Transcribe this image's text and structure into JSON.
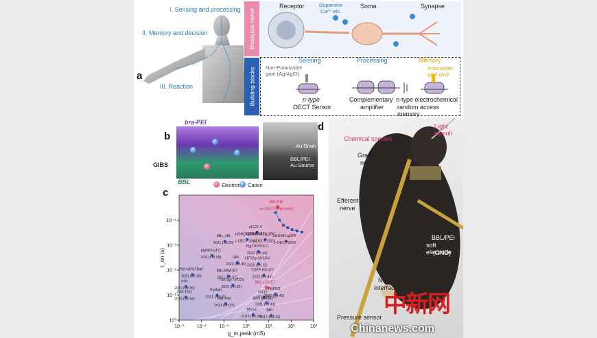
{
  "panels": {
    "a": "a",
    "b": "b",
    "c": "c",
    "d": "d"
  },
  "panel_a": {
    "human_labels": [
      "I. Sensing and processing",
      "II. Memory and decision",
      "III. Reaction"
    ],
    "bio_bar": "Biological nerve",
    "blocks_bar": "Building blocks",
    "nerve_labels": {
      "receptor": "Receptor",
      "dopamine": "Dopamine",
      "ca": "Ca²⁺ etc.",
      "soma": "Soma",
      "synapse": "Synapse"
    },
    "block_titles": {
      "sensing": "Sensing",
      "processing": "Processing",
      "memory": "Memory"
    },
    "gate_labels": {
      "nonpol_1": "Non-Polarizable",
      "nonpol_2": "gate (Ag/AgCl)",
      "pol_1": "Polarizable",
      "pol_2": "gate (Au)"
    },
    "block_captions": {
      "sensor_1": "n-type",
      "sensor_2": "OECT Sensor",
      "amp_1": "Complementary",
      "amp_2": "amplifier",
      "mem_1": "n-type electrochemical",
      "mem_2": "random access memory"
    }
  },
  "panel_b": {
    "title": "bra-PEI",
    "side_label": "GIBS",
    "bottom_label": "BBL",
    "legend": {
      "electron": "Electron",
      "cation": "Cation"
    },
    "sem_labels": {
      "top": "Au Drain",
      "mid": "BBL/PEI",
      "bottom": "Au Source"
    }
  },
  "chart_data": {
    "type": "scatter",
    "xlabel": "g_m,peak (mS)",
    "ylabel": "τ_on (s)",
    "x_scale": "log",
    "y_scale": "log",
    "y_reversed": true,
    "xlim": [
      0.001,
      1000
    ],
    "ylim": [
      1,
      1e-05
    ],
    "xticks": [
      "10⁻³",
      "10⁻²",
      "10⁻¹",
      "10⁰",
      "10¹",
      "10²",
      "10³"
    ],
    "yticks": [
      "10⁻⁴",
      "10⁻³",
      "10⁻²",
      "10⁻¹",
      "10⁰"
    ],
    "points": [
      {
        "label1": "BBL_NB",
        "label2": "2021 (ref.29)",
        "x": 0.11,
        "y": 0.0007,
        "star": false
      },
      {
        "label1": "pIC2F-V",
        "label2": "2023 (ref.17)",
        "x": 3,
        "y": 0.0003,
        "star": false
      },
      {
        "label1": "HOMO-gDPP",
        "label2": "c-OECT 2023",
        "x": 1.1,
        "y": 0.0006,
        "star": false
      },
      {
        "label1": "HOMO-gDPP",
        "label2": "v-OECT 2023",
        "x": 7,
        "y": 0.0006,
        "star": false
      },
      {
        "label1": "bHOMO-gDPP",
        "label2": "v-OECT 2024",
        "x": 60,
        "y": 0.0007,
        "star": false
      },
      {
        "label1": "p(gNDI-gT2)",
        "label2": "2016 (ref.38)",
        "x": 0.03,
        "y": 0.0026,
        "star": false
      },
      {
        "label1": "P(gTDPP2FT)",
        "label2": "2022 (ref.43)",
        "x": 3.5,
        "y": 0.0018,
        "star": false
      },
      {
        "label1": "GBL",
        "label2": "2022 (ref.30)",
        "x": 0.4,
        "y": 0.005,
        "star": false
      },
      {
        "label1": "f-BTI2g-SVSCN",
        "label2": "2023 (ref.12)",
        "x": 3.5,
        "y": 0.0055,
        "star": false
      },
      {
        "label1": "P90+40%TBAF",
        "label2": "2020 (ref.39)",
        "x": 0.004,
        "y": 0.015,
        "star": false
      },
      {
        "label1": "BBL:MWCNT",
        "label2": "2021 (ref.37)",
        "x": 0.16,
        "y": 0.017,
        "star": false
      },
      {
        "label1": "TOPP-RD-GT",
        "label2": "2023 (ref.45)",
        "x": 6,
        "y": 0.016,
        "star": false
      },
      {
        "label1": "P90",
        "label2": "2021 (ref.30)",
        "x": 0.002,
        "y": 0.045,
        "star": false
      },
      {
        "label1": "f-BTI2g-TVTCN",
        "label2": "2022 (ref.32)",
        "x": 0.25,
        "y": 0.04,
        "star": false
      },
      {
        "label1": "BBL v-OECT",
        "label2": "",
        "x": 8,
        "y": 0.05,
        "star": true
      },
      {
        "label1": "PBFDO",
        "label2": "2022 (ref.42)",
        "x": 20,
        "y": 0.09,
        "star": false
      },
      {
        "label1": "C60-TEG",
        "label2": "2019 (ref.44)",
        "x": 0.002,
        "y": 0.12,
        "star": false
      },
      {
        "label1": "PgNaN",
        "label2": "2021 (ref.40)",
        "x": 0.05,
        "y": 0.1,
        "star": false
      },
      {
        "label1": "IGZO",
        "label2": "2017 (ref.35)",
        "x": 6,
        "y": 0.12,
        "star": false
      },
      {
        "label1": "1-BTI2TEG-FT",
        "label2": "2021 (ref.41)",
        "x": 8,
        "y": 0.2,
        "star": false
      },
      {
        "label1": "BBL:PEI",
        "label2": "2021 (ref.33)",
        "x": 0.12,
        "y": 0.22,
        "star": false
      },
      {
        "label1": "MoS2",
        "label2": "2018 (ref.34)",
        "x": 2,
        "y": 0.6,
        "star": false
      },
      {
        "label1": "BBL",
        "label2": "2017 (ref.31)",
        "x": 13,
        "y": 0.65,
        "star": false
      },
      {
        "label1": "BBL/PEI",
        "label2": "ve-OECT (This work)",
        "x": 25,
        "y": 3e-05,
        "star": true
      }
    ],
    "this_work_series": [
      {
        "x": 20,
        "y": 5e-05
      },
      {
        "x": 30,
        "y": 0.0001
      },
      {
        "x": 45,
        "y": 0.00016
      },
      {
        "x": 70,
        "y": 0.0002
      },
      {
        "x": 110,
        "y": 0.00024
      },
      {
        "x": 180,
        "y": 0.00027
      },
      {
        "x": 300,
        "y": 0.0003
      }
    ],
    "colors": {
      "bg_pink": "#e7a6c4",
      "bg_purple": "#b9b6dc",
      "marker": "#1f4fa3",
      "star": "#e5405e"
    }
  },
  "panel_d": {
    "labels": {
      "light": "Light stimuli",
      "chemical": "Chemical species",
      "graded_1": "Graded",
      "graded_2": "neuron",
      "efferent_1": "Efferent",
      "efferent_2": "nerve",
      "bbl_1": "BBL/PEI",
      "bbl_2": "soft electrode",
      "bbl_3": "(GND)",
      "neural_1": "Neural",
      "neural_2": "interfaces",
      "pressure": "Pressure sensor"
    }
  },
  "watermark": {
    "main": "中新网",
    "url": "Chinanews.com"
  }
}
